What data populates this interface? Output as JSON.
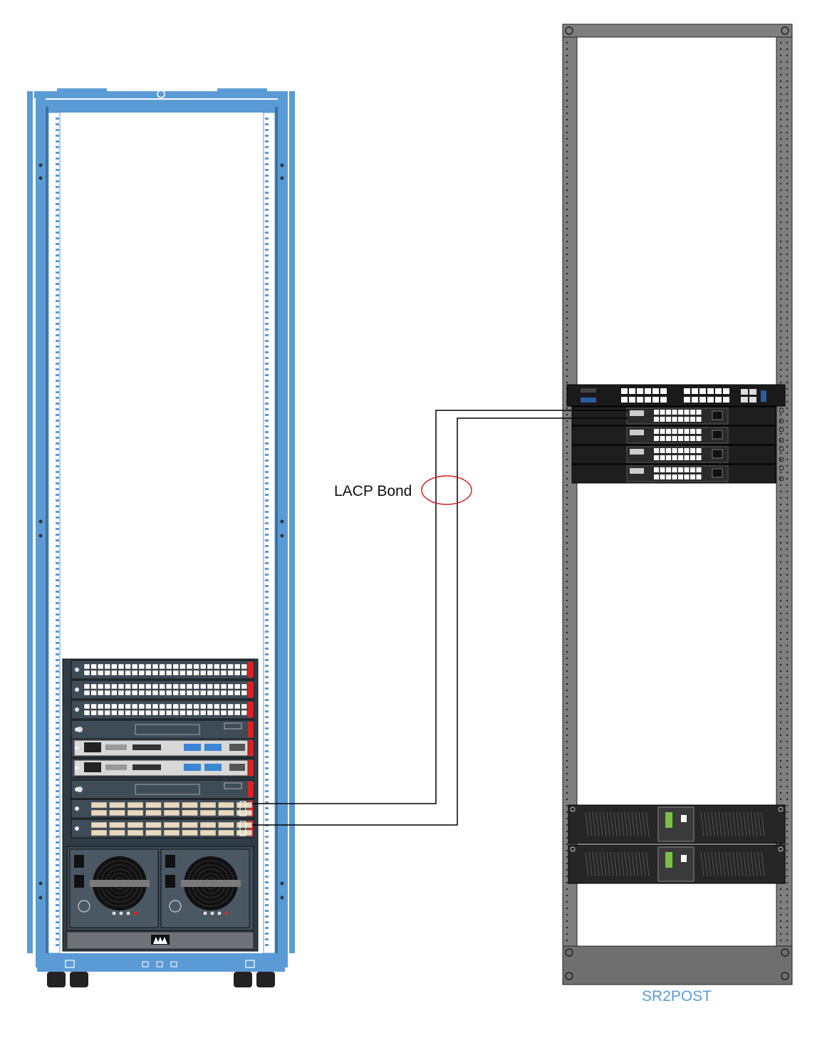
{
  "diagram": {
    "bond_label": "LACP Bond",
    "right_rack_label": "SR2POST"
  },
  "colors": {
    "left_rack_frame": "#5b9bd5",
    "left_rack_frame_dark": "#3c6fa0",
    "right_rack_frame": "#7f7f7f",
    "right_rack_dark": "#3a3a3a",
    "chassis": "#2f3b45",
    "card": "#3d4c57",
    "card_red": "#e02020",
    "port_beige": "#e8d9bf",
    "bond_ellipse": "#d62020",
    "cable": "#000000",
    "label_blue": "#5b9bd5"
  },
  "left_rack": {
    "chassis_slots": 9,
    "power_supplies": 2
  },
  "right_rack": {
    "switches": 5,
    "ups_units": 2
  }
}
